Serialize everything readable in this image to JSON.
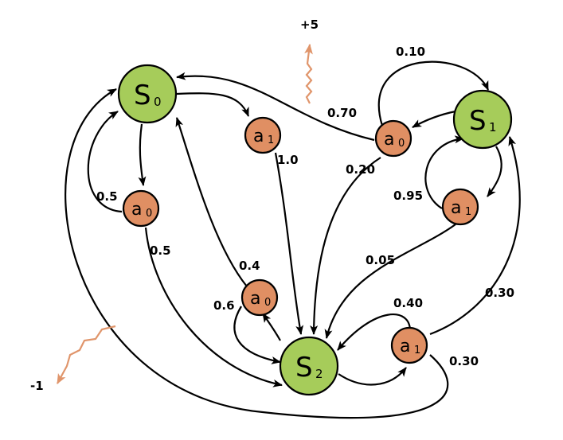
{
  "states": {
    "s0": {
      "main": "S",
      "sub": "0"
    },
    "s1": {
      "main": "S",
      "sub": "1"
    },
    "s2": {
      "main": "S",
      "sub": "2"
    }
  },
  "actions": {
    "s0_a0": {
      "main": "a",
      "sub": "0"
    },
    "s0_a1": {
      "main": "a",
      "sub": "1"
    },
    "s1_a0": {
      "main": "a",
      "sub": "0"
    },
    "s1_a1": {
      "main": "a",
      "sub": "1"
    },
    "s2_a0": {
      "main": "a",
      "sub": "0"
    },
    "s2_a1": {
      "main": "a",
      "sub": "1"
    }
  },
  "probabilities": {
    "s0_a0_to_s0": "0.5",
    "s0_a0_to_s2": "0.5",
    "s0_a1_to_s2": "1.0",
    "s1_a0_to_s0": "0.70",
    "s1_a0_to_s1": "0.10",
    "s1_a0_to_s2": "0.20",
    "s1_a1_to_s1": "0.95",
    "s1_a1_to_s2": "0.05",
    "s2_a0_to_s0": "0.4",
    "s2_a0_to_s2": "0.6",
    "s2_a1_to_s2": "0.40",
    "s2_a1_to_s1": "0.30",
    "s2_a1_to_s0": "0.30"
  },
  "rewards": {
    "positive": "+5",
    "negative": "-1"
  },
  "colors": {
    "state_fill": "#a6cc5a",
    "action_fill": "#e08f63",
    "reward_arrow": "#e0956b"
  }
}
